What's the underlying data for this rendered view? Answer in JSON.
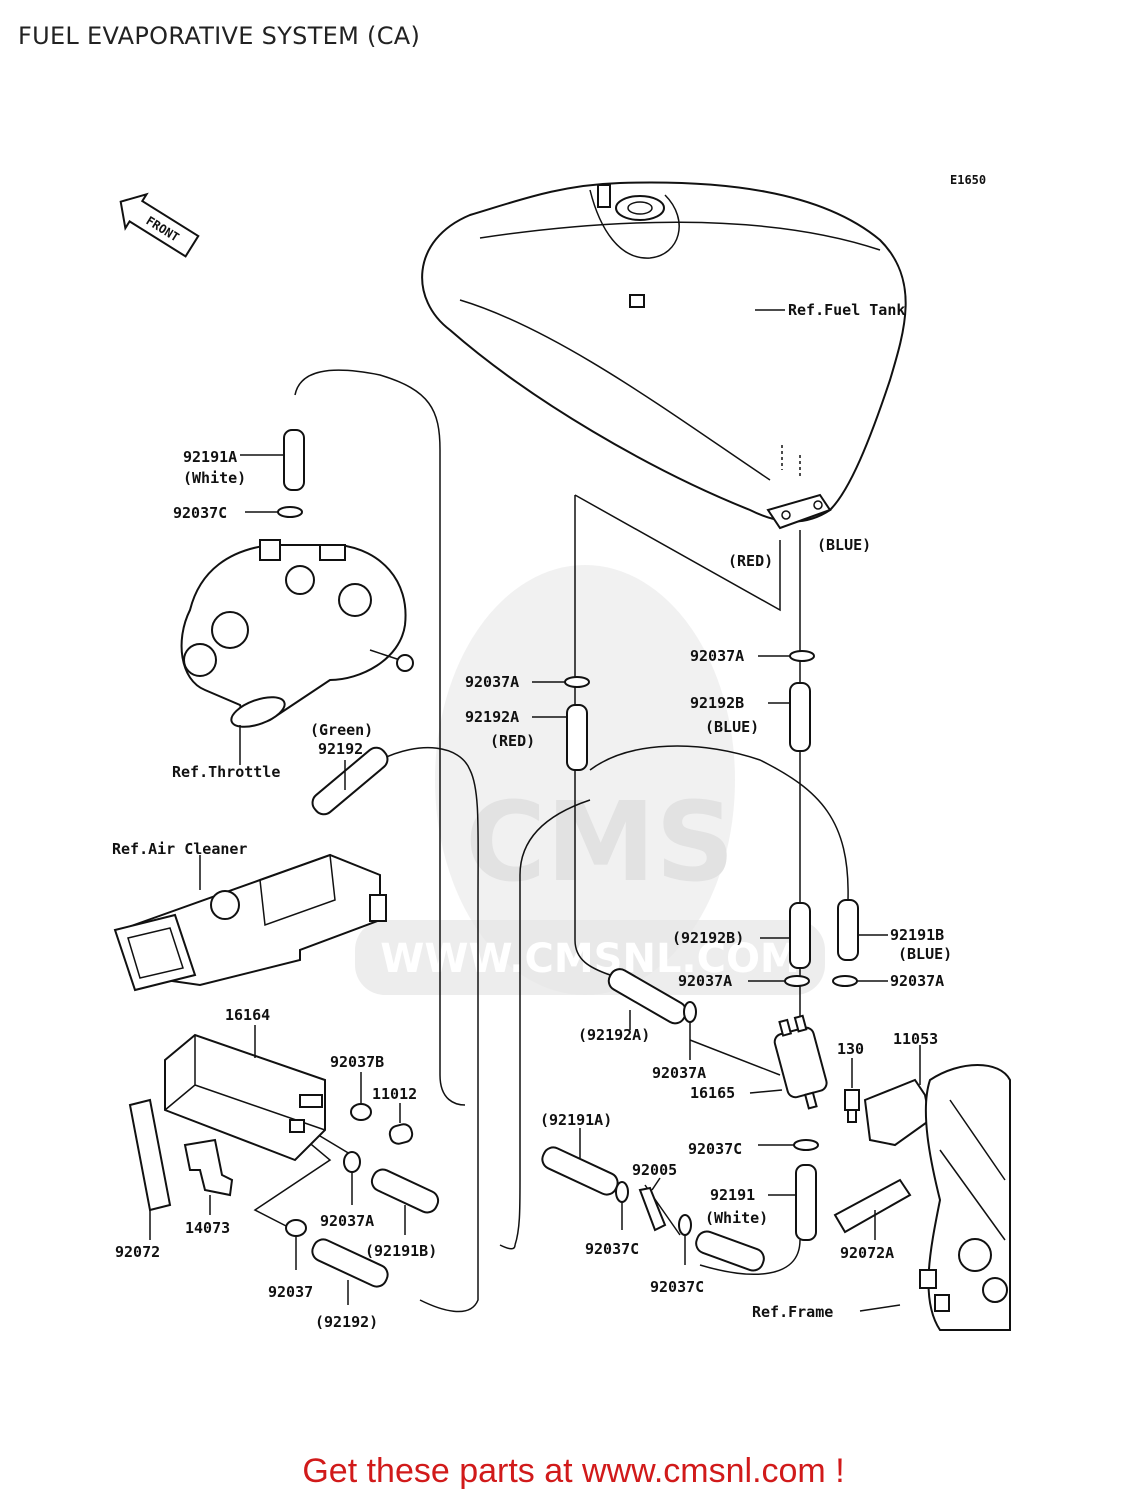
{
  "title": "FUEL EVAPORATIVE SYSTEM (CA)",
  "diagram_code": "E1650",
  "front_label": "FRONT",
  "watermark": {
    "brand": "CMS",
    "url": "WWW.CMSNL.COM"
  },
  "labels": {
    "ref_fuel_tank": "Ref.Fuel Tank",
    "red_top": "(RED)",
    "blue_top": "(BLUE)",
    "p92191A": "92191A",
    "white1": "(White)",
    "p92037C_1": "92037C",
    "ref_throttle": "Ref.Throttle",
    "green": "(Green)",
    "p92192": "92192",
    "ref_air_cleaner": "Ref.Air Cleaner",
    "p92037A_1": "92037A",
    "p92192A": "92192A",
    "red_mid": "(RED)",
    "p92037A_2": "92037A",
    "p92192B": "92192B",
    "blue_mid": "(BLUE)",
    "p92192B_paren": "(92192B)",
    "p92191B": "92191B",
    "blue_low": "(BLUE)",
    "p92037A_3": "92037A",
    "p92037A_4": "92037A",
    "p92192A_paren": "(92192A)",
    "p92037A_5": "92037A",
    "p16165": "16165",
    "p130": "130",
    "p11053": "11053",
    "p16164": "16164",
    "p92037B": "92037B",
    "p11012": "11012",
    "p92191A_paren": "(92191A)",
    "p92037C_2": "92037C",
    "p92005": "92005",
    "p92191": "92191",
    "white2": "(White)",
    "p92037C_3": "92037C",
    "p92037C_4": "92037C",
    "p92072": "92072",
    "p14073": "14073",
    "p92037A_6": "92037A",
    "p92191B_paren": "(92191B)",
    "p92037": "92037",
    "p92192_paren": "(92192)",
    "p92072A": "92072A",
    "ref_frame": "Ref.Frame"
  },
  "footer": "Get these parts at www.cmsnl.com !"
}
